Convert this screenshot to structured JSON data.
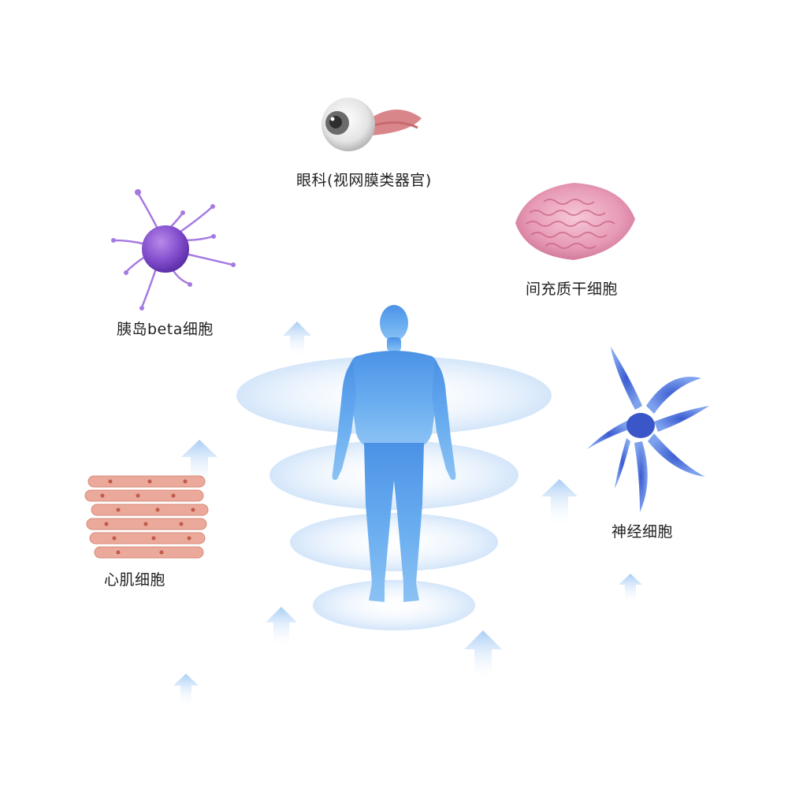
{
  "labels": {
    "eye": "眼科(视网膜类器官)",
    "msc": "间充质干细胞",
    "beta": "胰岛beta细胞",
    "nerve": "神经细胞",
    "heart": "心肌细胞"
  },
  "colors": {
    "body": "#5aa0e8",
    "ring": "#d6e8fb",
    "arrow": "#b9d7f7",
    "beta_cell": "#8a5ad0",
    "msc_cell": "#e8a8c0",
    "nerve_cell": "#4a6fd8",
    "heart_cell": "#e8a89a",
    "eye_iris": "#555555"
  },
  "icons": {
    "eye": "eyeball-icon",
    "msc": "mesenchymal-stem-cell-icon",
    "beta": "beta-cell-icon",
    "nerve": "neuron-icon",
    "heart": "cardiomyocyte-icon",
    "body": "human-body-icon"
  }
}
